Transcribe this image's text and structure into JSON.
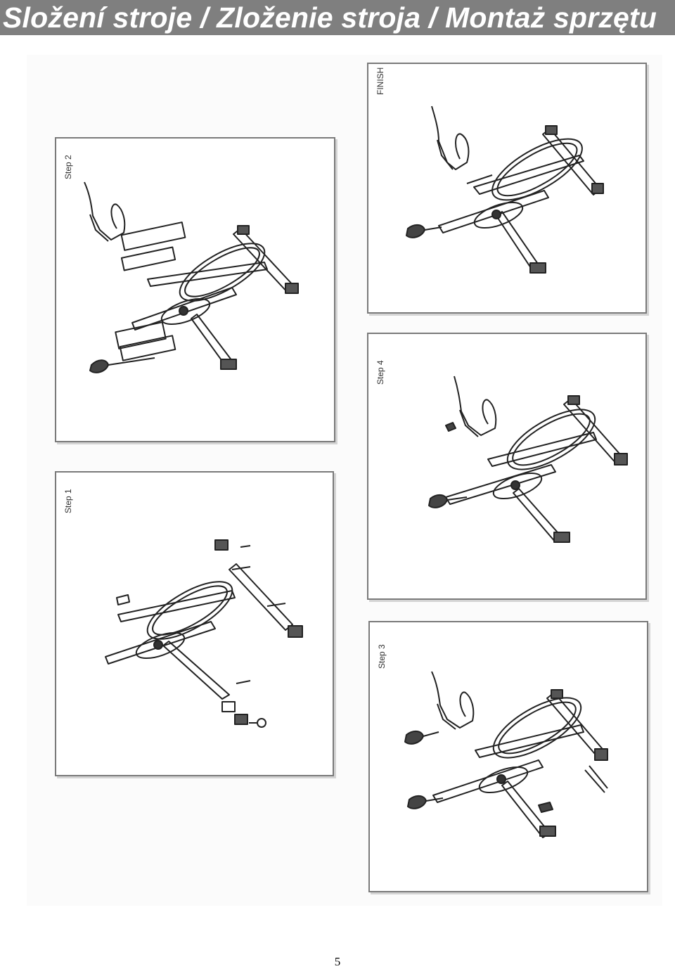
{
  "header": {
    "title": "Složení stroje / Zloženie stroja / Montaż sprzętu"
  },
  "colors": {
    "title_bar": "#7f7f7f",
    "title_text": "#ffffff",
    "frame": "#7a7a7a"
  },
  "panels": {
    "finish": {
      "label": "FINISH"
    },
    "step2": {
      "label": "Step 2"
    },
    "step4": {
      "label": "Step 4"
    },
    "step1": {
      "label": "Step 1"
    },
    "step3": {
      "label": "Step 3"
    }
  },
  "footer": {
    "page_number": "5"
  }
}
